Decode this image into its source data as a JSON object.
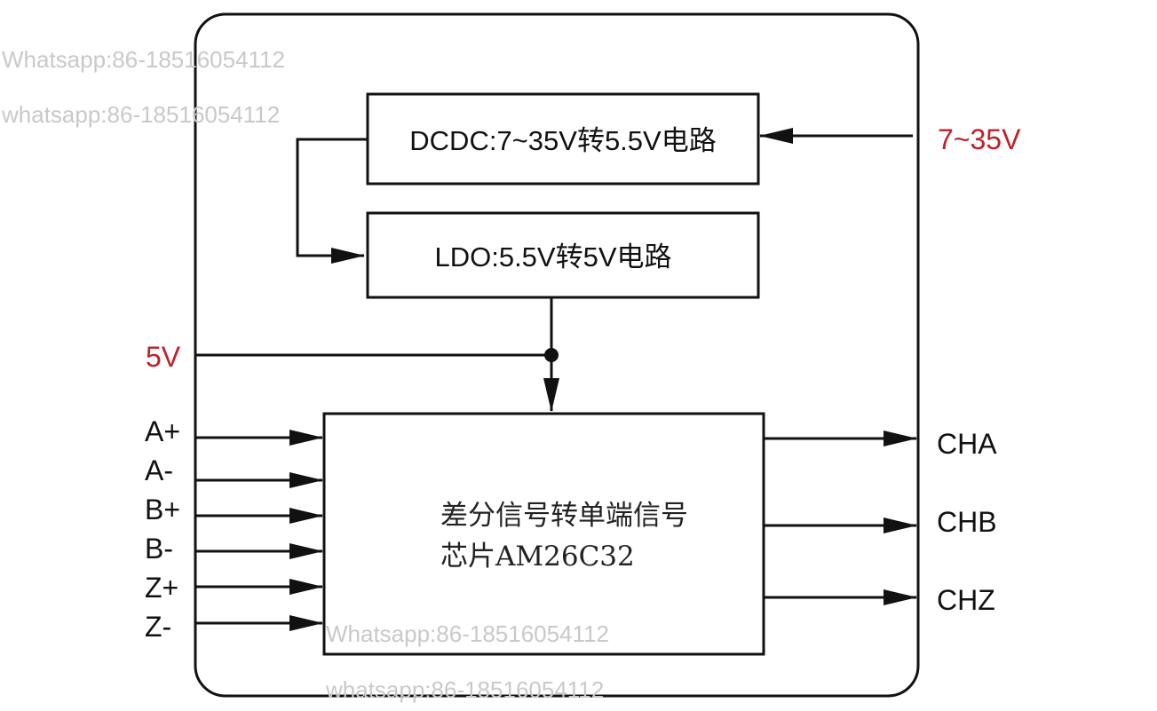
{
  "watermarks": [
    "Whatsapp:86-18516054112",
    "whatsapp:86-18516054112",
    "Whatsapp:86-18516054112",
    "whatsapp:86-18516054112"
  ],
  "blocks": {
    "dcdc": "DCDC:7~35V转5.5V电路",
    "ldo": "LDO:5.5V转5V电路",
    "chip_line1": "差分信号转单端信号",
    "chip_line2": "芯片AM26C32"
  },
  "power": {
    "input_voltage": "7~35V",
    "output_5v": "5V"
  },
  "inputs": [
    "A+",
    "A-",
    "B+",
    "B-",
    "Z+",
    "Z-"
  ],
  "outputs": [
    "CHA",
    "CHB",
    "CHZ"
  ],
  "colors": {
    "line": "#111111",
    "power_label": "#c0202a",
    "watermark": "#c9c9c9"
  }
}
